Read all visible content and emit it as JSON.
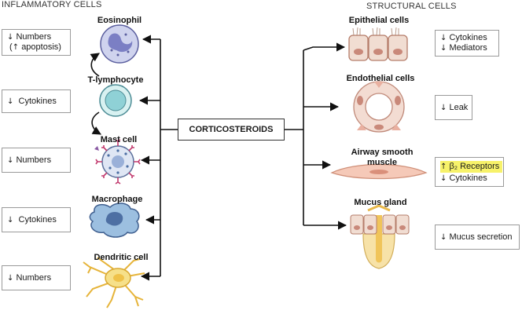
{
  "headers": {
    "left": "INFLAMMATORY CELLS",
    "right": "STRUCTURAL CELLS"
  },
  "center": {
    "label": "CORTICOSTEROIDS"
  },
  "inflammatory_cells": [
    {
      "name": "Eosinophil",
      "effects": [
        {
          "arrow": "↓",
          "text": "Numbers"
        },
        {
          "arrow": "↑",
          "text": "apoptosis",
          "wrap": "parens"
        }
      ]
    },
    {
      "name": "T-lymphocyte",
      "effects": [
        {
          "arrow": "↓",
          "text": "Cytokines"
        }
      ]
    },
    {
      "name": "Mast cell",
      "effects": [
        {
          "arrow": "↓",
          "text": "Numbers"
        }
      ]
    },
    {
      "name": "Macrophage",
      "effects": [
        {
          "arrow": "↓",
          "text": "Cytokines"
        }
      ]
    },
    {
      "name": "Dendritic cell",
      "effects": [
        {
          "arrow": "↓",
          "text": "Numbers"
        }
      ]
    }
  ],
  "structural_cells": [
    {
      "name": "Epithelial cells",
      "effects": [
        {
          "arrow": "↓",
          "text": "Cytokines"
        },
        {
          "arrow": "↓",
          "text": "Mediators"
        }
      ]
    },
    {
      "name": "Endothelial cells",
      "effects": [
        {
          "arrow": "↓",
          "text": "Leak"
        }
      ]
    },
    {
      "name": "Airway smooth muscle",
      "name_lines": [
        "Airway smooth",
        "muscle"
      ],
      "effects": [
        {
          "arrow": "↑",
          "text": "β₂ Receptors",
          "highlight": true
        },
        {
          "arrow": "↓",
          "text": "Cytokines"
        }
      ]
    },
    {
      "name": "Mucus gland",
      "effects": [
        {
          "arrow": "↓",
          "text": "Mucus secretion"
        }
      ]
    }
  ],
  "colors": {
    "eosinophil": "#cfd3ee",
    "eosinophil_nucleus": "#7b7fc4",
    "tcell": "#d8f1f1",
    "tcell_nucleus": "#8fd1d6",
    "mast": "#dfe6f4",
    "mast_spike": "#c23a6e",
    "macrophage": "#9cbfe0",
    "macrophage_nucleus": "#4d6fa3",
    "dendritic": "#f6e08a",
    "dendritic_nucleus": "#efc24a",
    "epithelium": "#f1ddd2",
    "endothelium": "#f3dcd2",
    "smooth_muscle": "#f5c9b8",
    "mucus": "#f7e2a8",
    "highlight": "#f7f26a"
  }
}
